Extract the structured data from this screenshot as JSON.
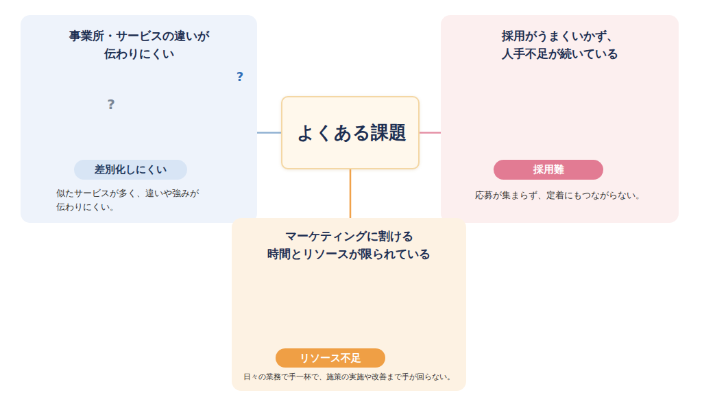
{
  "diagram": {
    "nodes": [
      {
        "text": [
          "よくある課題"
        ]
      },
      {
        "text": [
          "事業所・サービスの違いが 伝わりにくい",
          "似たサービスが多く、違いや強みが 伝わりにくい。"
        ]
      },
      {
        "text": [
          "差別化しにくい"
        ],
        "in": 1
      },
      {
        "text": [
          "採用がうまくいかず、 人手不足が続いている",
          "応募が集まらず、定着にもつながらない。"
        ]
      },
      {
        "text": [
          "採用難"
        ],
        "in": 3
      },
      {
        "text": [
          "マーケティングに割ける 時間とリソースが限られている",
          "日々の業務で手一杯で、施策の実施や改善まで手が回らない。"
        ]
      },
      {
        "text": [
          "リソース不足"
        ],
        "in": 5
      }
    ],
    "edges": [
      {
        "from": 0,
        "to": 1,
        "arrow": "none"
      },
      {
        "from": 0,
        "to": 3,
        "arrow": "none"
      },
      {
        "from": 0,
        "to": 5,
        "arrow": "none"
      }
    ],
    "labels": [
      "?",
      "?"
    ]
  }
}
